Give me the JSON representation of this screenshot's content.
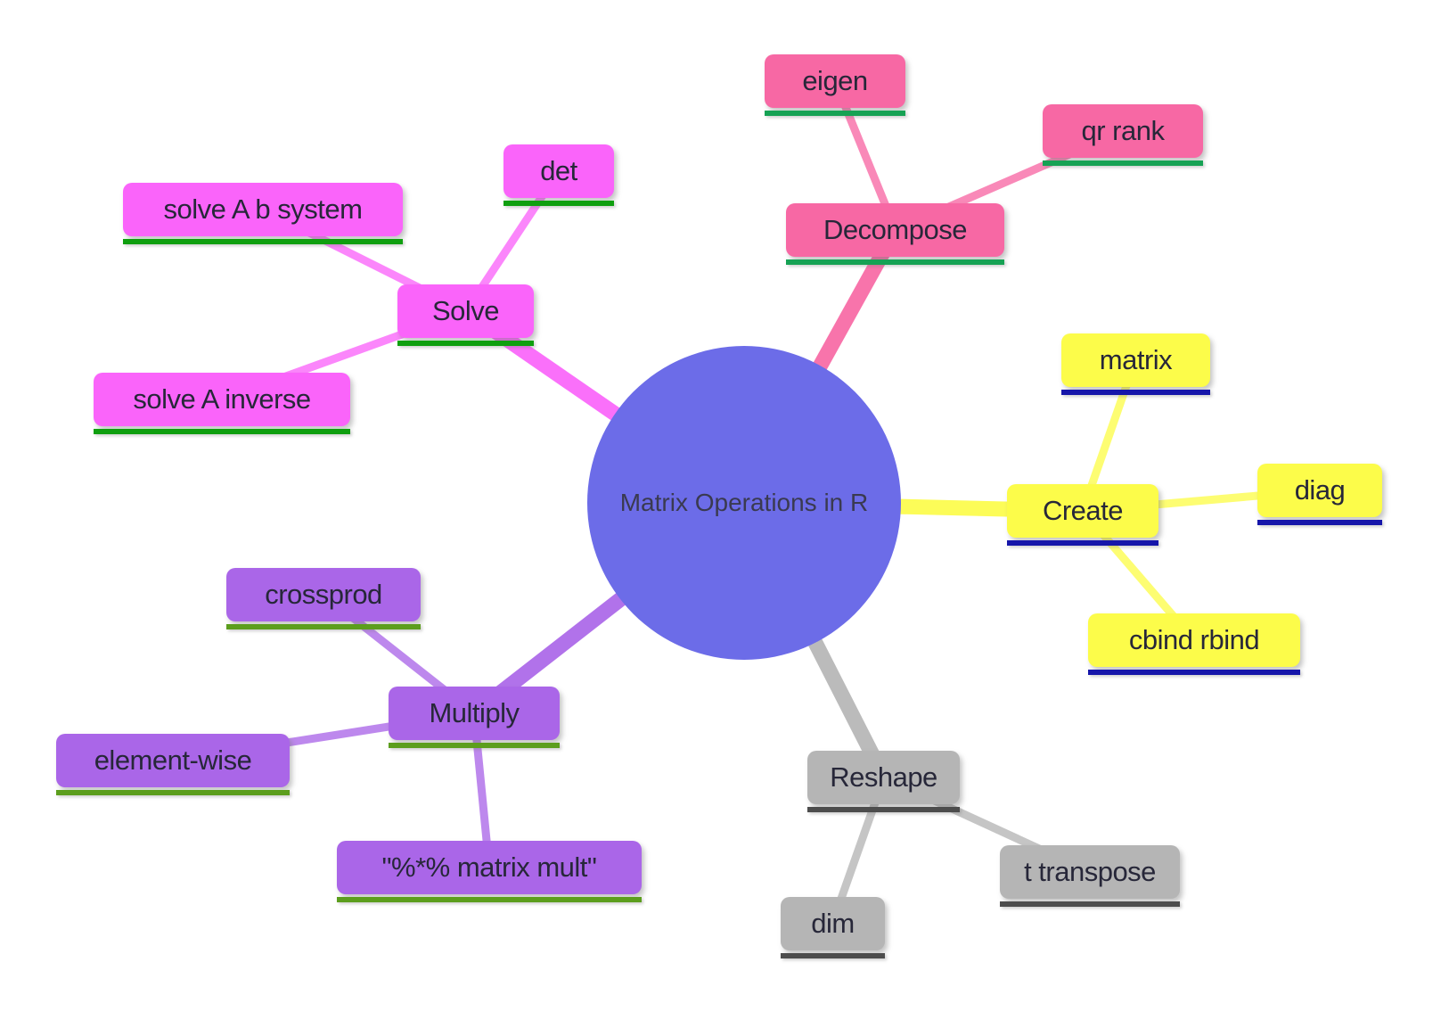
{
  "center": {
    "label": "Matrix Operations in R",
    "fill": "#6c6ce8",
    "text_color": "#3a3a50"
  },
  "branches": [
    {
      "label": "Solve",
      "fill": "#fa64fa",
      "underline_color": "#0f9f0f",
      "children": [
        {
          "label": "solve A b system"
        },
        {
          "label": "det"
        },
        {
          "label": "solve A inverse"
        }
      ]
    },
    {
      "label": "Decompose",
      "fill": "#f768a4",
      "underline_color": "#16a254",
      "children": [
        {
          "label": "eigen"
        },
        {
          "label": "qr rank"
        }
      ]
    },
    {
      "label": "Create",
      "fill": "#fcfc4a",
      "underline_color": "#1616aa",
      "children": [
        {
          "label": "matrix"
        },
        {
          "label": "diag"
        },
        {
          "label": "cbind rbind"
        }
      ]
    },
    {
      "label": "Multiply",
      "fill": "#aa66e8",
      "underline_color": "#5c9e1d",
      "children": [
        {
          "label": "crossprod"
        },
        {
          "label": "element-wise"
        },
        {
          "label": "\"%*% matrix mult\""
        }
      ]
    },
    {
      "label": "Reshape",
      "fill": "#b5b5b5",
      "underline_color": "#4d4d4d",
      "children": [
        {
          "label": "dim"
        },
        {
          "label": "t transpose"
        }
      ]
    }
  ]
}
